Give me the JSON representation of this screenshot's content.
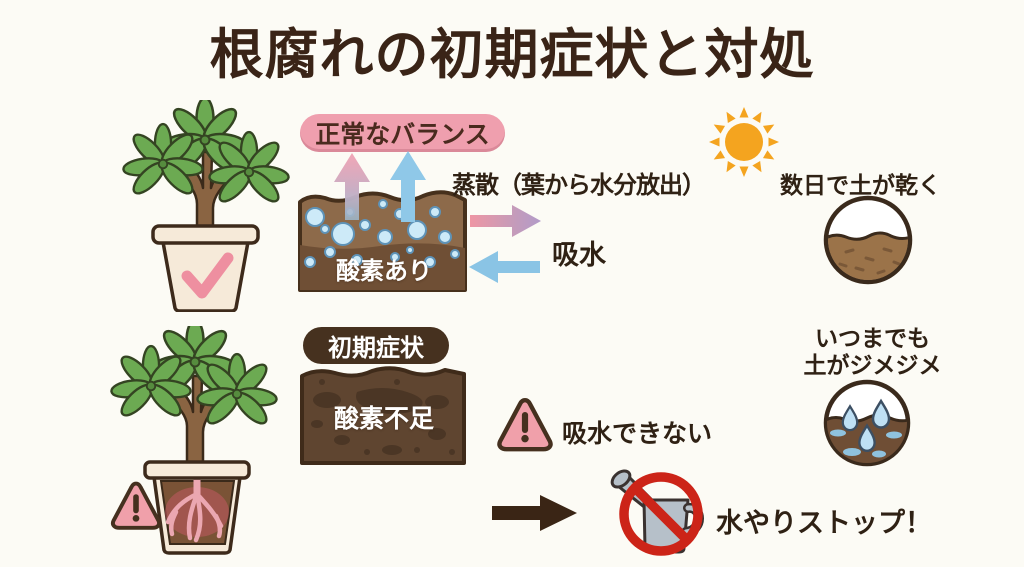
{
  "title": "根腐れの初期症状と対処",
  "normal": {
    "badge_label": "正常なバランス",
    "soil_status": "酸素あり",
    "transpiration": "蒸散（葉から水分放出）",
    "absorption": "吸水",
    "result": "数日で土が乾く"
  },
  "early": {
    "badge_label": "初期症状",
    "soil_status": "酸素不足",
    "warning": "吸水できない",
    "result_line1": "いつまでも",
    "result_line2": "土がジメジメ",
    "action": "水やりストップ！"
  },
  "colors": {
    "background": "#fcfbf5",
    "title_text": "#3a2417",
    "badge_pink": "#ef9fae",
    "badge_dark": "#46311f",
    "soil_brown": "#8d6a4a",
    "soil_dark_band": "#6f4f35",
    "muddy_soil": "#5f4530",
    "bubble_blue": "#cdeaf8",
    "arrow_pink": "#ee96a4",
    "arrow_purple": "#b29bc9",
    "arrow_blue": "#8ac4e5",
    "flow_arrow_dark": "#3a2515",
    "sun_orange": "#f4a41f",
    "warning_pink": "#f0a0aa",
    "prohibition_red": "#cc2418",
    "leaf_green": "#6caa52",
    "pot_cream": "#f6ead9",
    "root_pink": "#eba7b1"
  },
  "icons": {
    "healthy_plant": "potted-plant-with-checkmark",
    "sick_plant": "potted-plant-rotten-roots",
    "sun": "sun-with-rays",
    "dry_pot": "circle-dry-soil",
    "wet_pot": "circle-wet-soil-droplets",
    "warning": "warning-triangle-exclamation",
    "no_watering": "watering-can-prohibited",
    "flow_arrow": "thick-right-arrow"
  }
}
